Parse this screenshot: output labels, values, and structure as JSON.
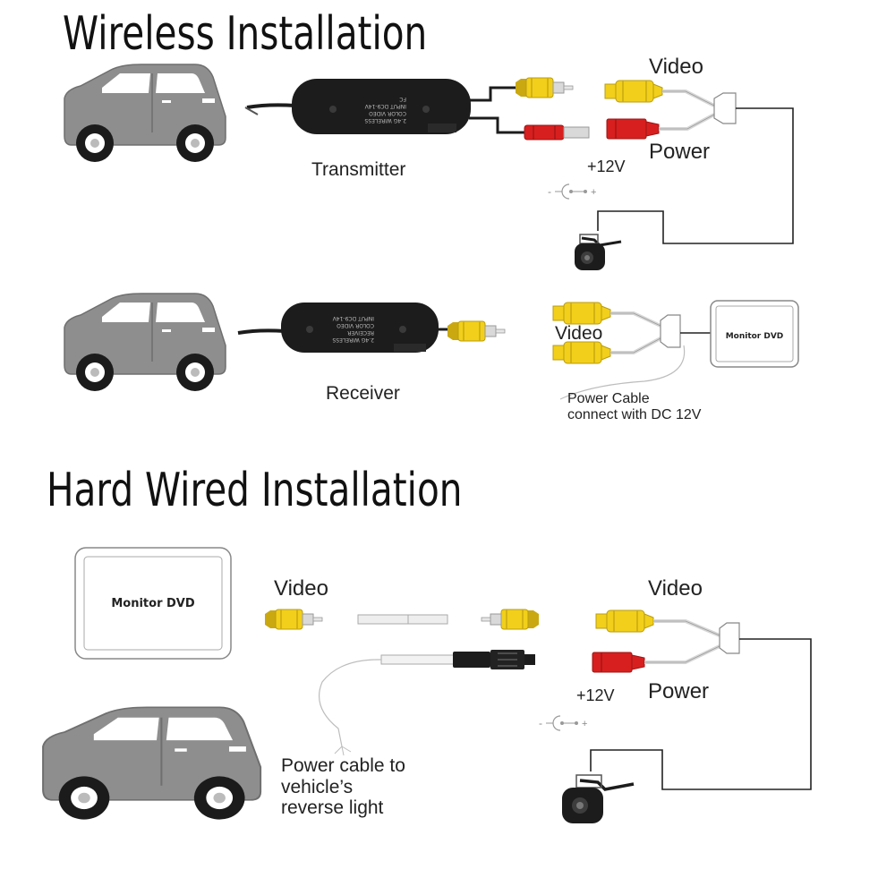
{
  "wireless": {
    "title": "Wireless Installation",
    "transmitter_label": "Transmitter",
    "receiver_label": "Receiver",
    "transmitter_video_label": "Video",
    "transmitter_power_label": "Power",
    "transmitter_voltage_label": "+12V",
    "receiver_video_label": "Video",
    "receiver_power_cable_line1": "Power Cable",
    "receiver_power_cable_line2": "connect with DC 12V",
    "monitor_label": "Monitor DVD",
    "transmitter_plate_line1": "2.4G WIRELESS",
    "transmitter_plate_line2": "COLOR  VIDEO",
    "transmitter_plate_line3": "INPUT DC9-14V",
    "transmitter_plate_line4": "FC",
    "receiver_plate_line1": "2.4G WIRELESS",
    "receiver_plate_line2": "RECEIVER",
    "receiver_plate_line3": "COLOR  VIDEO",
    "receiver_plate_line4": "INPUT DC9-14V"
  },
  "hardwired": {
    "title": "Hard Wired Installation",
    "monitor_label": "Monitor DVD",
    "extension_video_label": "Video",
    "reverse_light_line1": "Power cable to",
    "reverse_light_line2": "vehicle’s",
    "reverse_light_line3": "reverse light",
    "camera_video_label": "Video",
    "camera_power_label": "Power",
    "camera_voltage_label": "+12V"
  },
  "colors": {
    "rca_yellow": "#f2cf1a",
    "power_red": "#d81f1f",
    "car_gray": "#8e8e8e",
    "device_black": "#1c1c1c"
  },
  "icons": [
    "car-icon",
    "transmitter-icon",
    "receiver-icon",
    "rca-connector-icon",
    "dc-power-connector-icon",
    "polarity-symbol-icon",
    "camera-icon",
    "monitor-icon"
  ]
}
